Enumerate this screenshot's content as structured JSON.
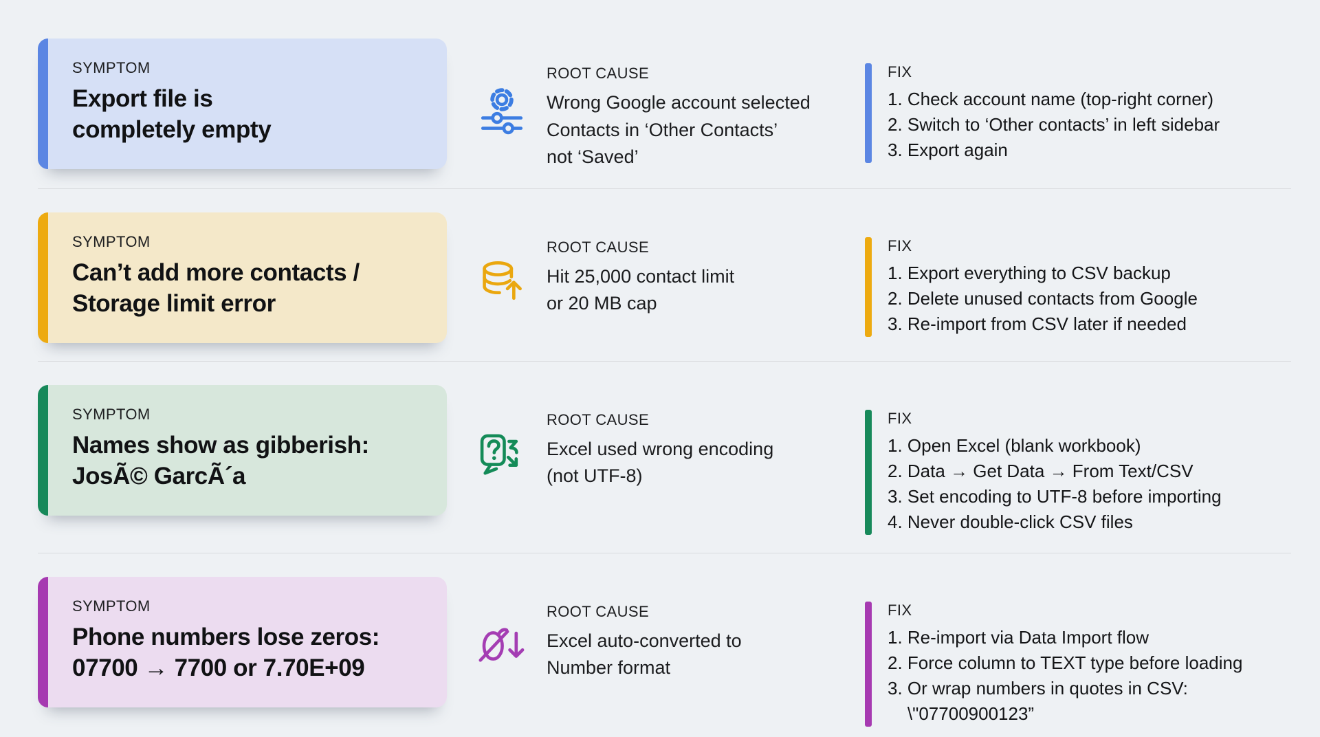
{
  "page": {
    "background": "#eef1f4",
    "divider_color": "#d9dbde",
    "text_color": "#1a1b1d"
  },
  "rows": [
    {
      "symptom_label": "SYMPTOM",
      "symptom_title": "Export file is\ncompletely empty",
      "icon": "gear-sliders-icon",
      "root_cause_label": "ROOT CAUSE",
      "root_cause_text": "Wrong Google account selected\nContacts in ‘Other Contacts’\nnot ‘Saved’",
      "fix_label": "FIX",
      "fix_items": [
        "1. Check account name (top-right corner)",
        "2. Switch to ‘Other contacts’ in left sidebar",
        "3. Export again"
      ],
      "accent_color": "#5b86e3",
      "card_bg_color": "#d6e0f6",
      "icon_color": "#3c7de2"
    },
    {
      "symptom_label": "SYMPTOM",
      "symptom_title": "Can’t add more contacts /\nStorage limit error",
      "icon": "database-limit-icon",
      "root_cause_label": "ROOT CAUSE",
      "root_cause_text": "Hit 25,000 contact limit\nor 20 MB cap",
      "fix_label": "FIX",
      "fix_items": [
        "1. Export everything to CSV backup",
        "2. Delete unused contacts from Google",
        "3. Re-import from CSV later if needed"
      ],
      "accent_color": "#edaa10",
      "card_bg_color": "#f4e8c9",
      "icon_color": "#eaa70f"
    },
    {
      "symptom_label": "SYMPTOM",
      "symptom_title": "Names show as gibberish:\nJosÃ© GarcÃ´a",
      "icon": "encoding-question-icon",
      "root_cause_label": "ROOT CAUSE",
      "root_cause_text": "Excel used wrong encoding\n(not UTF-8)",
      "fix_label": "FIX",
      "fix_items": [
        "1. Open Excel (blank workbook)",
        "2. Data → Get Data → From Text/CSV",
        "3. Set encoding to UTF-8 before importing",
        "4. Never double-click CSV files"
      ],
      "accent_color": "#17895a",
      "card_bg_color": "#d7e7dc",
      "icon_color": "#148b58"
    },
    {
      "symptom_label": "SYMPTOM",
      "symptom_title": "Phone numbers lose zeros:\n07700 → 7700 or 7.70E+09",
      "icon": "zero-strike-icon",
      "root_cause_label": "ROOT CAUSE",
      "root_cause_text": "Excel auto-converted to\nNumber format",
      "fix_label": "FIX",
      "fix_items": [
        "1. Re-import via Data Import flow",
        "2. Force column to TEXT type before loading",
        "3. Or wrap numbers in quotes in CSV:\n    \\\"07700900123”"
      ],
      "accent_color": "#a63ab1",
      "card_bg_color": "#ecdcf0",
      "icon_color": "#a43db3"
    }
  ]
}
